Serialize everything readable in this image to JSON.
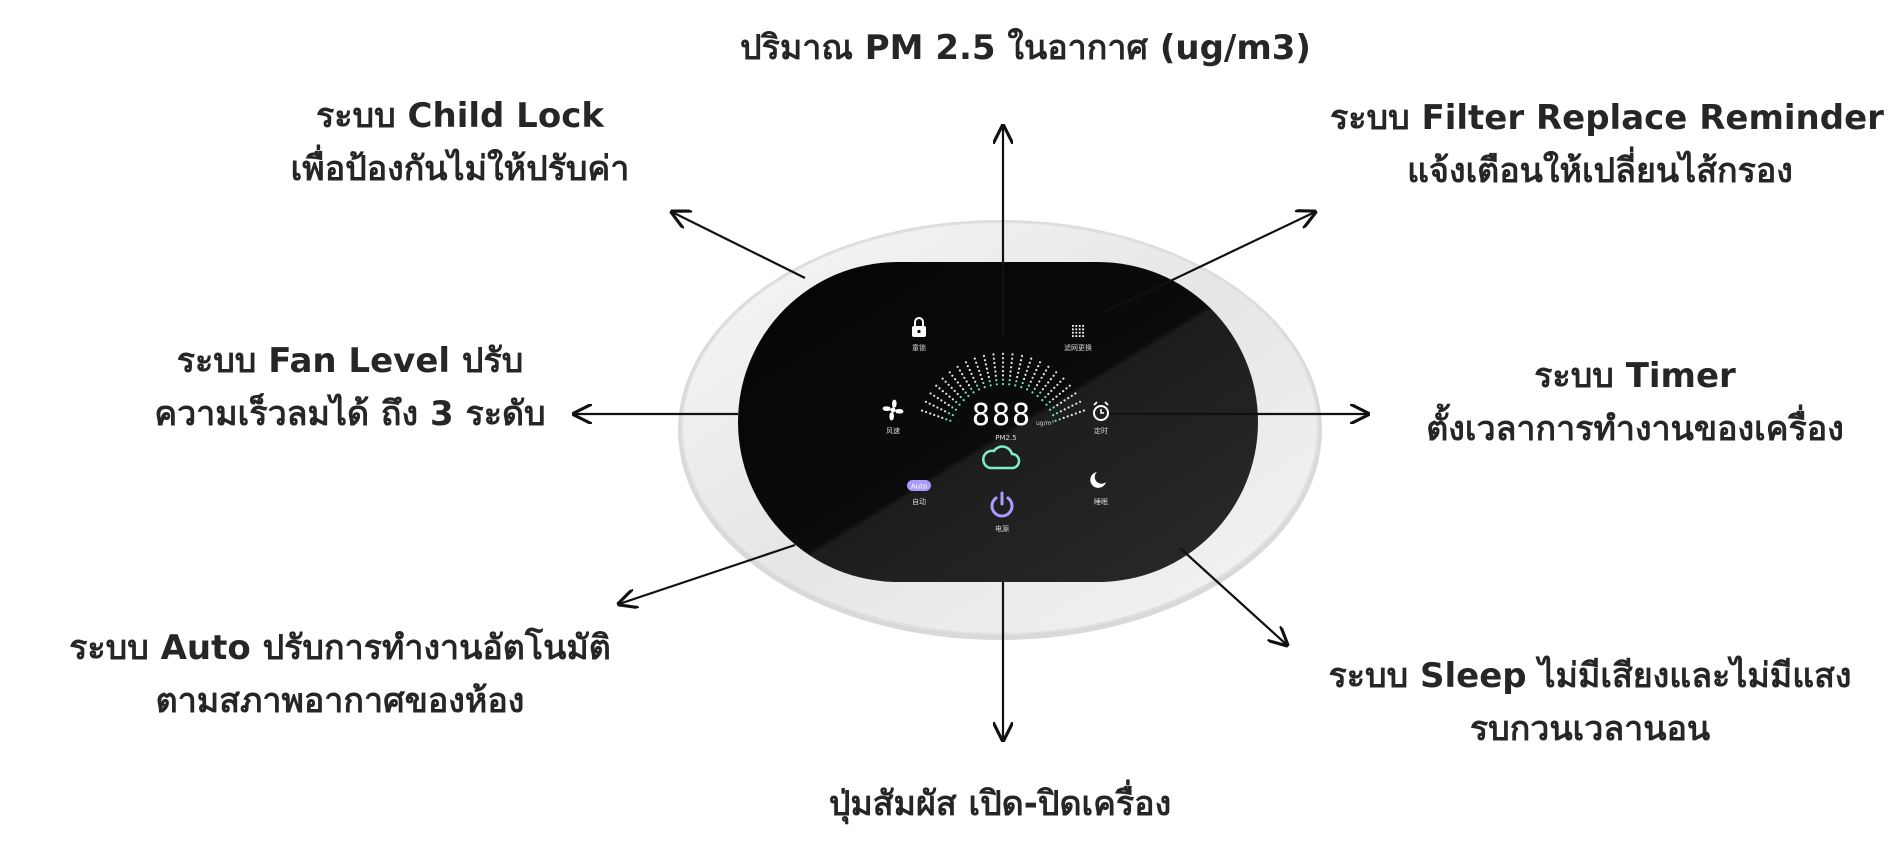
{
  "callouts": {
    "top": [
      "ปริมาณ PM 2.5 ในอากาศ (ug/m3)"
    ],
    "child_lock": [
      "ระบบ Child Lock",
      "เพื่อป้องกันไม่ให้ปรับค่า"
    ],
    "filter": [
      "ระบบ Filter Replace Reminder",
      "แจ้งเตือนให้เปลี่ยนไส้กรอง"
    ],
    "fan": [
      "ระบบ Fan Level ปรับ",
      "ความเร็วลมได้ ถึง 3 ระดับ"
    ],
    "timer": [
      "ระบบ Timer",
      "ตั้งเวลาการทำงานของเครื่อง"
    ],
    "auto": [
      "ระบบ Auto ปรับการทำงานอัตโนมัติ",
      "ตามสภาพอากาศของห้อง"
    ],
    "sleep": [
      "ระบบ Sleep ไม่มีเสียงและไม่มีแสง",
      "รบกวนเวลานอน"
    ],
    "power": [
      "ปุ่มสัมผัส เปิด-ปิดเครื่อง"
    ]
  },
  "panel": {
    "display_digits": "888",
    "display_label": "PM2.5",
    "display_unit": "ug/m³",
    "auto_badge": "Auto",
    "icon_labels": {
      "lock": "童锁",
      "filter": "滤网更换",
      "fan": "风速",
      "timer": "定时",
      "auto": "自动",
      "sleep": "睡眠",
      "power": "电源"
    }
  },
  "colors": {
    "text": "#262626",
    "panel": "#000000",
    "bezel": "#ececec",
    "arc_green": "#6fe3b4",
    "icon_purple": "#a99cff",
    "icon_green": "#7ff0c4"
  }
}
